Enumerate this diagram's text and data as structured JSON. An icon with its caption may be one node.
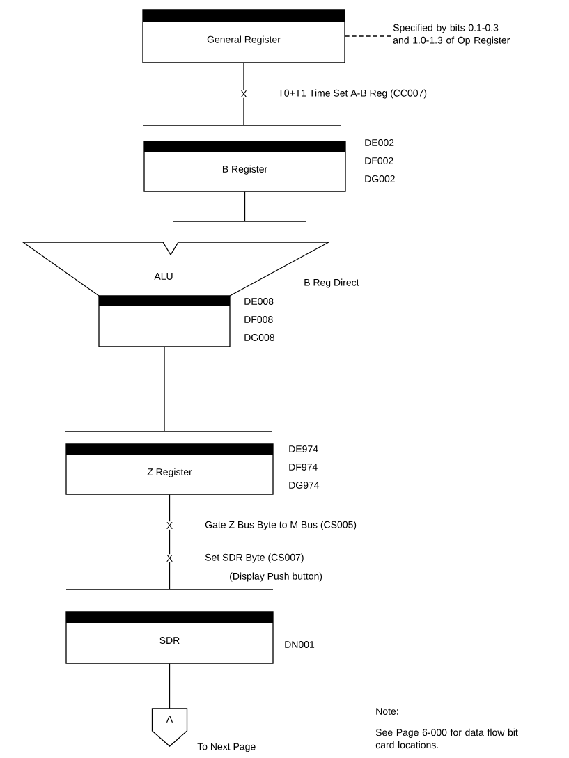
{
  "diagram": {
    "nodes": [
      {
        "text": [
          "General Register"
        ]
      },
      {
        "text": [
          "Specified by bits 0.1-0.3 and 1.0-1.3 of Op Register"
        ]
      },
      {
        "text": [],
        "shape": "bar"
      },
      {
        "text": [
          "B Register"
        ],
        "beside": [
          "DE002",
          "DF002",
          "DG002"
        ]
      },
      {
        "text": [],
        "shape": "bar"
      },
      {
        "text": [
          "ALU"
        ]
      },
      {
        "text": [],
        "shape": "box"
      },
      {
        "text": [],
        "shape": "bar"
      },
      {
        "text": [
          "Z Register"
        ],
        "beside": [
          "DE974",
          "DF974",
          "DG974"
        ]
      },
      {
        "text": [],
        "shape": "bar"
      },
      {
        "text": [
          "SDR"
        ],
        "beside": [
          "DN001"
        ]
      },
      {
        "text": [
          "A"
        ],
        "beside": [
          "To Next Page"
        ]
      }
    ],
    "edges": [
      {
        "from": 0,
        "to": 1,
        "arrow": "none",
        "style": "dashed"
      },
      {
        "from": 0,
        "to": 2,
        "arrow": "none",
        "label": "T0+T1 Time Set A-B Reg (CC007)"
      },
      {
        "from": 3,
        "to": 4,
        "arrow": "none"
      },
      {
        "from": 6,
        "to": 7,
        "arrow": "none"
      },
      {
        "from": 8,
        "to": 9,
        "arrow": "none"
      },
      {
        "from": 10,
        "to": 11,
        "arrow": "none"
      }
    ],
    "labels": [
      "X",
      "B Reg Direct",
      "DE008",
      "DF008",
      "DG008",
      "X",
      "Gate Z Bus Byte to M Bus (CS005)",
      "X",
      "Set SDR Byte (CS007)",
      "(Display Push button)",
      "Note:",
      "See Page 6-000 for data flow bit card locations."
    ]
  }
}
